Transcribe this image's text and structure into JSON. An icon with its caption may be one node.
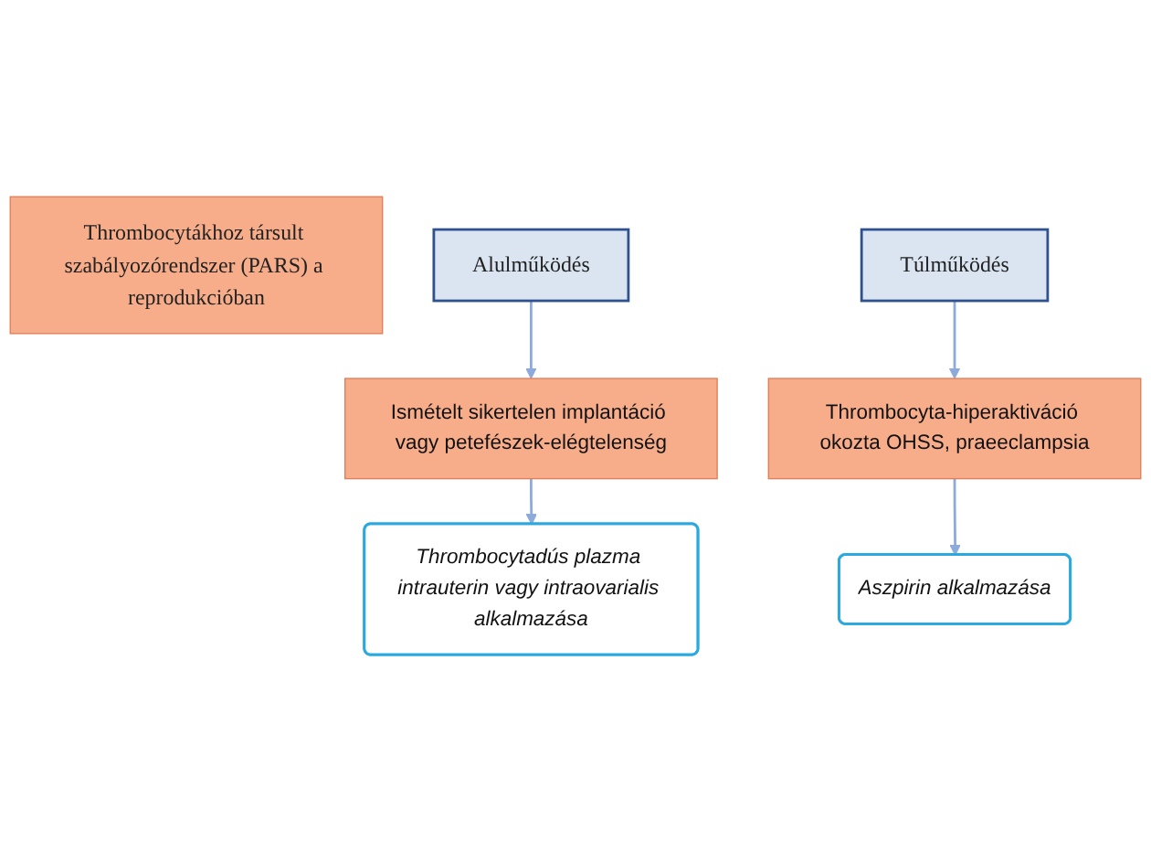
{
  "diagram": {
    "nodes": [
      {
        "text": [
          "Thrombocytákhoz társult szabályozórendszer (PARS) a reprodukcióban"
        ]
      },
      {
        "text": [
          "Alulműködés"
        ]
      },
      {
        "text": [
          "Túlműködés"
        ]
      },
      {
        "text": [
          "Ismételt sikertelen implantáció vagy petefészek-elégtelenség"
        ]
      },
      {
        "text": [
          "Thrombocyta-hiperaktiváció okozta OHSS, praeeclampsia"
        ]
      },
      {
        "text": [
          "Thrombocytadús plazma intrauterin vagy intraovarialis alkalmazása"
        ]
      },
      {
        "text": [
          "Aszpirin alkalmazása"
        ]
      }
    ],
    "edges": [
      {
        "from": 1,
        "to": 3,
        "arrow": "to"
      },
      {
        "from": 2,
        "to": 4,
        "arrow": "to"
      },
      {
        "from": 3,
        "to": 5,
        "arrow": "to"
      },
      {
        "from": 4,
        "to": 6,
        "arrow": "to"
      }
    ]
  }
}
